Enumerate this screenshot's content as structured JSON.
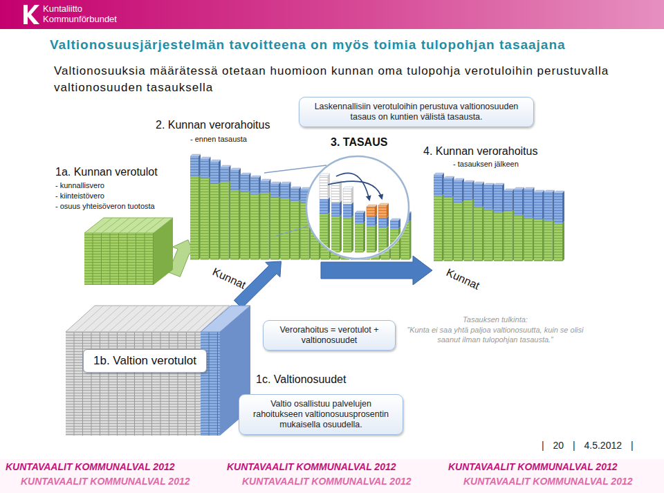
{
  "diagram": {
    "title": "Valtionosuusjärjestelmän tavoitteena on myös toimia tulopohjan tasaajana",
    "nodes": [
      {
        "text": [
          "Laskennallisiin verotuloihin perustuva valtionosuuden tasaus on kuntien välistä tasausta."
        ]
      },
      {
        "text": [
          "2. Kunnan verorahoitus",
          "- ennen tasausta",
          "Kunnat"
        ]
      },
      {
        "text": [
          "3. TASAUS"
        ]
      },
      {
        "text": [
          "4. Kunnan verorahoitus",
          "- tasauksen jälkeen",
          "Kunnat"
        ]
      },
      {
        "text": [
          "1a. Kunnan verotulot",
          "- kunnallisvero",
          "- kiinteistövero",
          "- osuus yhteisöveron tuotosta"
        ]
      },
      {
        "text": [
          "1b. Valtion verotulot"
        ]
      },
      {
        "text": [
          "1c. Valtionosuudet"
        ],
        "in": 5
      },
      {
        "text": [
          "Verorahoitus = verotulot + valtionosuudet"
        ]
      },
      {
        "text": [
          "Valtio osallistuu palvelujen rahoitukseen valtionosuusprosentin mukaisella osuudella."
        ]
      }
    ],
    "edges": [
      {
        "from": 4,
        "to": 1,
        "arrow": "to"
      },
      {
        "from": 6,
        "to": 1,
        "arrow": "to"
      },
      {
        "from": 1,
        "to": 3,
        "arrow": "to"
      }
    ],
    "labels": [
      "Kuntaliitto",
      "Kommunförbundet",
      "Valtionosuuksia määrätessä otetaan huomioon kunnan oma tulopohja verotuloihin perustuvalla valtionosuuden tasauksella",
      "Tasauksen tulkinta:",
      "”Kunta ei saa yhtä paljoa valtionosuutta, kuin se olisi saanut ilman tulopohjan tasausta.”",
      "| 20 | 4.5.2012 |",
      "KUNTAVAALIT KOMMUNALVAL 2012",
      "KUNTAVAALIT KOMMUNALVAL 2012",
      "KUNTAVAALIT KOMMUNALVAL 2012",
      "KUNTAVAALIT KOMMUNALVAL 2012",
      "KUNTAVAALIT KOMMUNALVAL 2012",
      "KUNTAVAALIT KOMMUNALVAL 2012"
    ]
  }
}
